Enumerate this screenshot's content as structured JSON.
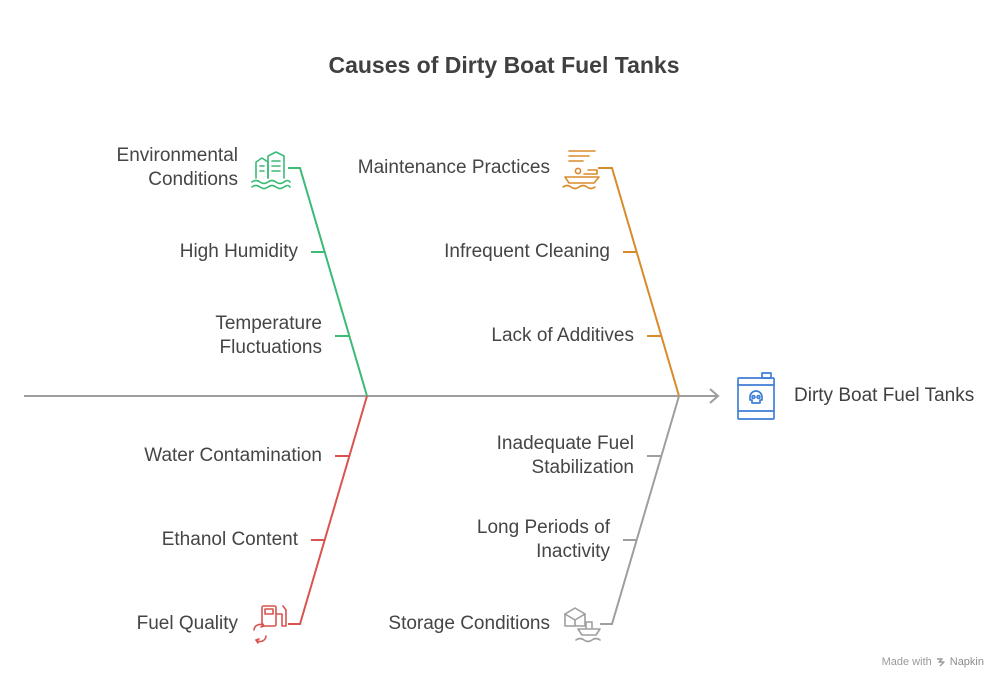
{
  "title": "Causes of Dirty Boat Fuel Tanks",
  "effect": {
    "label": "Dirty Boat Fuel Tanks",
    "icon": "fuel-tank-skull-icon"
  },
  "categories": [
    {
      "label": "Environmental\nConditions",
      "icon": "buildings-water-icon",
      "color": "#3cba76",
      "causes": [
        "High Humidity",
        "Temperature\nFluctuations"
      ]
    },
    {
      "label": "Maintenance Practices",
      "icon": "boat-cleaning-icon",
      "color": "#d98a2b",
      "causes": [
        "Infrequent Cleaning",
        "Lack of Additives"
      ]
    },
    {
      "label": "Fuel Quality",
      "icon": "fuel-pump-icon",
      "color": "#d9534f",
      "causes": [
        "Water Contamination",
        "Ethanol Content"
      ]
    },
    {
      "label": "Storage Conditions",
      "icon": "boat-storage-icon",
      "color": "#9e9e9e",
      "causes": [
        "Inadequate Fuel\nStabilization",
        "Long Periods of\nInactivity"
      ]
    }
  ],
  "spine_color": "#9e9e9e",
  "effect_icon_color": "#3f7fd6",
  "watermark": {
    "prefix": "Made with",
    "brand": "Napkin"
  }
}
